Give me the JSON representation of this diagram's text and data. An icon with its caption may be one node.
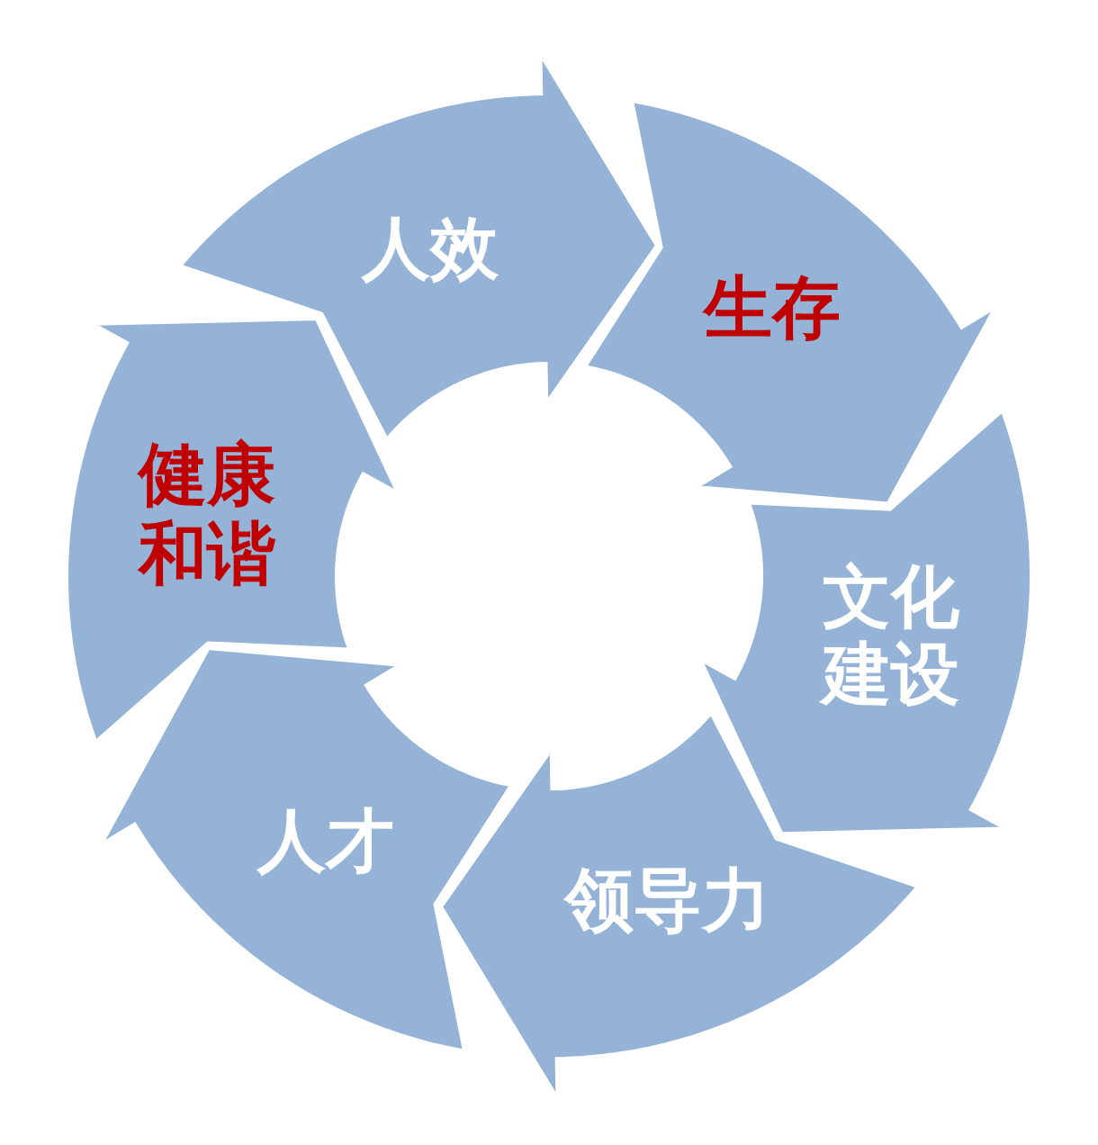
{
  "diagram": {
    "nodes": [
      {
        "text": [
          "人效"
        ]
      },
      {
        "text": [
          "生存"
        ]
      },
      {
        "text": [
          "文化建设"
        ]
      },
      {
        "text": [
          "领导力"
        ]
      },
      {
        "text": [
          "人才"
        ]
      },
      {
        "text": [
          "健康和谐"
        ]
      }
    ]
  }
}
